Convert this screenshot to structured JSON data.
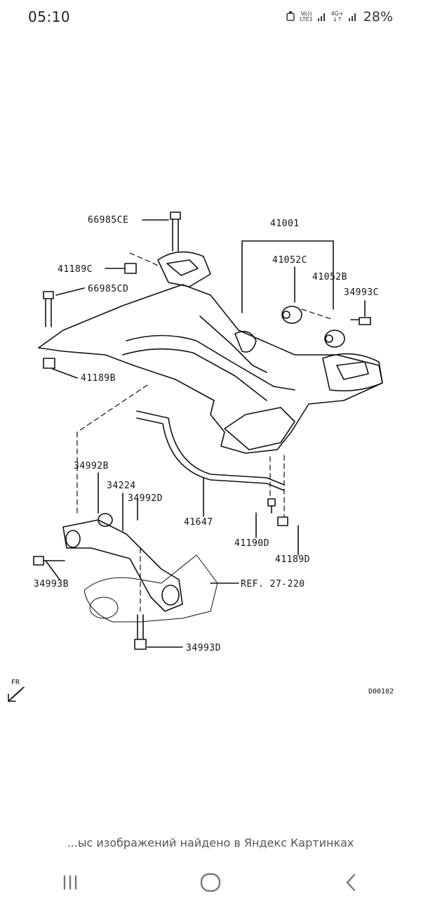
{
  "status_bar": {
    "time": "05:10",
    "volte_top": "Vo))",
    "volte_bottom": "LTE1",
    "network_top": "4G+",
    "network_bottom": "↓↑",
    "battery": "28%"
  },
  "diagram": {
    "labels": {
      "l66985CE": "66985CE",
      "l41001": "41001",
      "l41189C": "41189C",
      "l41052C": "41052C",
      "l41052B": "41052B",
      "l66985CD": "66985CD",
      "l34993C": "34993C",
      "l41189B": "41189B",
      "l34992B": "34992B",
      "l34224": "34224",
      "l34992D": "34992D",
      "l41647": "41647",
      "l41190D": "41190D",
      "l41189D": "41189D",
      "l34993B": "34993B",
      "lREF": "REF. 27-220",
      "l34993D": "34993D",
      "lFR": "FR",
      "lD00102": "D00102"
    }
  },
  "caption": "...ыс изображений найдено в Яндекс Картинках",
  "nav": {
    "icons": [
      "recent-apps-icon",
      "home-icon",
      "back-icon"
    ]
  }
}
